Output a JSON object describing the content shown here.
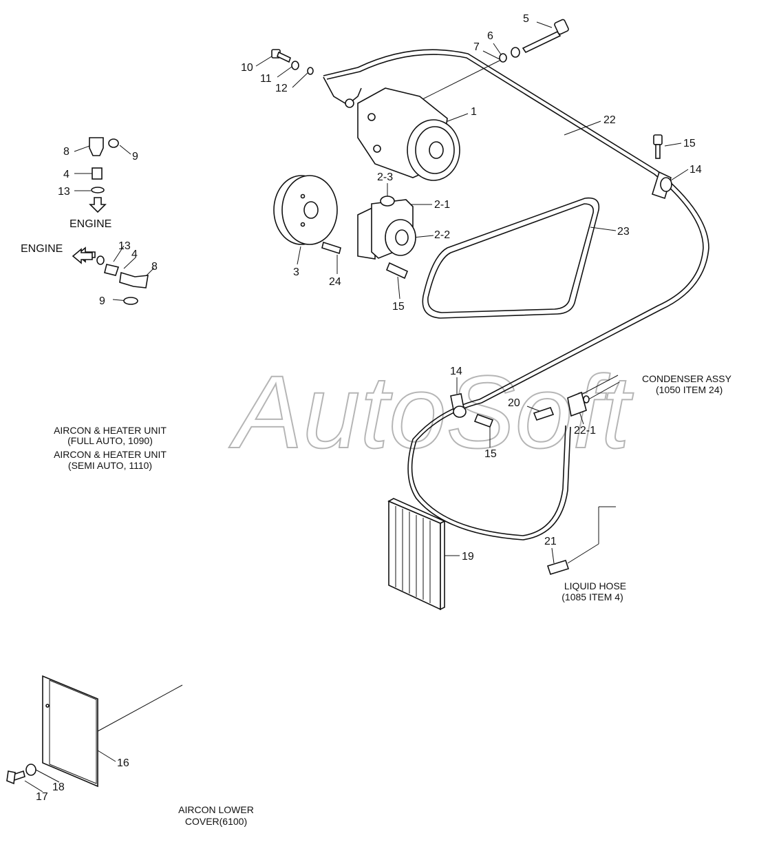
{
  "watermark": "AutoSoft",
  "callouts": [
    {
      "text": "5"
    },
    {
      "text": "6"
    },
    {
      "text": "7"
    },
    {
      "text": "10"
    },
    {
      "text": "11"
    },
    {
      "text": "12"
    },
    {
      "text": "1"
    },
    {
      "text": "22"
    },
    {
      "text": "15"
    },
    {
      "text": "14"
    },
    {
      "text": "8"
    },
    {
      "text": "9"
    },
    {
      "text": "4"
    },
    {
      "text": "13"
    },
    {
      "text": "2-3"
    },
    {
      "text": "2-1"
    },
    {
      "text": "2-2"
    },
    {
      "text": "23"
    },
    {
      "text": "13"
    },
    {
      "text": "4"
    },
    {
      "text": "8"
    },
    {
      "text": "9"
    },
    {
      "text": "3"
    },
    {
      "text": "24"
    },
    {
      "text": "15"
    },
    {
      "text": "14"
    },
    {
      "text": "20"
    },
    {
      "text": "22-1"
    },
    {
      "text": "15"
    },
    {
      "text": "19"
    },
    {
      "text": "21"
    },
    {
      "text": "16"
    },
    {
      "text": "18"
    },
    {
      "text": "17"
    }
  ],
  "notes": {
    "engine_top": "ENGINE",
    "engine_left": "ENGINE",
    "condenser_1": "CONDENSER ASSY",
    "condenser_2": "(1050 ITEM 24)",
    "aircon_1": "AIRCON & HEATER UNIT",
    "aircon_2": "(FULL AUTO, 1090)",
    "aircon_3": "AIRCON & HEATER UNIT",
    "aircon_4": "(SEMI AUTO, 1110)",
    "liquid_1": "LIQUID HOSE",
    "liquid_2": "(1085 ITEM 4)",
    "cover_1": "AIRCON LOWER",
    "cover_2": "COVER(6100)"
  }
}
